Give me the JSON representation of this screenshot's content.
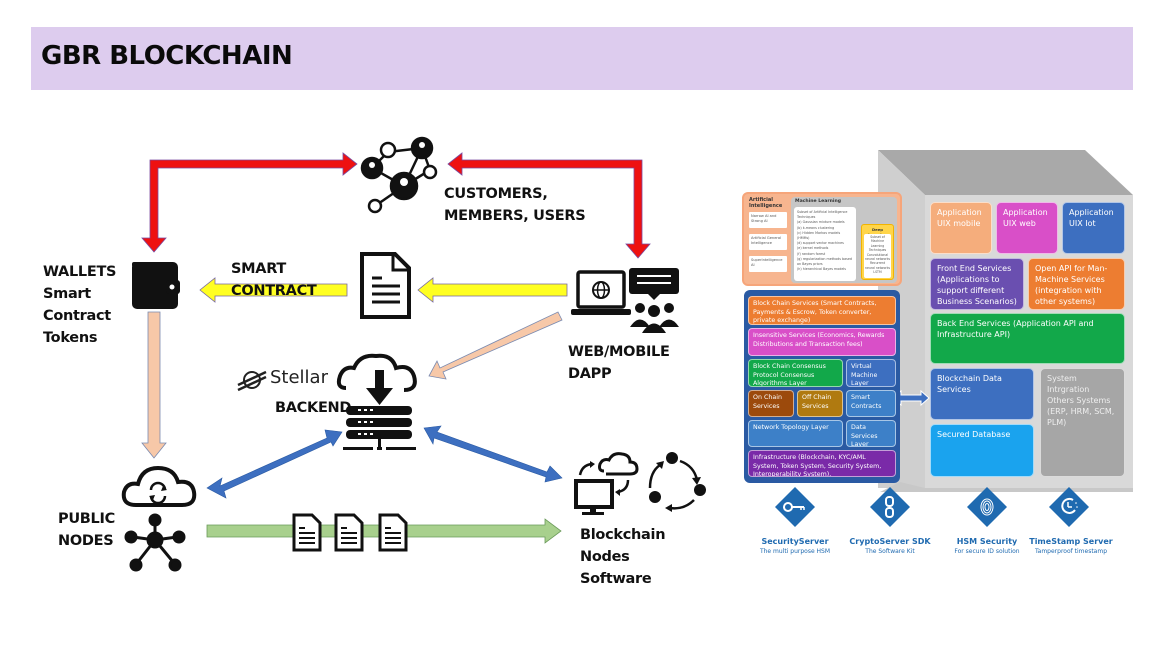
{
  "header": {
    "title": "GBR BLOCKCHAIN"
  },
  "colors": {
    "title_bar": "#ddccee",
    "red_arrow": "#ee1111",
    "yellow_arrow": "#ffff22",
    "peach_arrow": "#f7c8a8",
    "blue_arrow": "#3d6fc0",
    "green_arrow": "#a8d08d",
    "badge_blue": "#1f6ab0"
  },
  "flow": {
    "customers_label": [
      "CUSTOMERS,",
      "MEMBERS, USERS"
    ],
    "wallets_label": [
      "WALLETS",
      "Smart",
      "Contract",
      "Tokens"
    ],
    "smart_contract_label": [
      "SMART",
      "CONTRACT"
    ],
    "dapp_label": [
      "WEB/MOBILE",
      "DAPP"
    ],
    "stellar_logo_text": "Stellar",
    "backend_label": "BACKEND",
    "public_nodes_label": [
      "PUBLIC",
      "NODES"
    ],
    "blockchain_nodes_label": [
      "Blockchain",
      "Nodes",
      "Software"
    ]
  },
  "architecture": {
    "ai": {
      "title": "Artificial Intelligence",
      "items": [
        "Narrow AI and Strong AI",
        "Artificial General Intelligence",
        "SuperIntelligence AI"
      ],
      "machine_learning": {
        "title": "Machine Learning",
        "items": [
          "Subset of Artificial Intelligence Techniques",
          "(a) Gaussian mixture models",
          "(b) k-means clustering",
          "(c) Hidden Markov models (HMMs)",
          "(d) support vector machines",
          "(e) kernel methods",
          "(f) random forest",
          "(g) regularization methods based on Bayes priors",
          "(h) hierarchical Bayes models"
        ]
      },
      "deep_learning": {
        "title": "Deep Learning",
        "items": [
          "Subset of Machine Learning Techniques",
          "Convolutional neural networks",
          "Recurrent neural networks",
          "LSTM"
        ]
      }
    },
    "blockchain_stack": {
      "services": "Block Chain Services (Smart Contracts, Payments & Escrow, Token converter, private exchange)",
      "incentive": "Insensitive Services (Economics, Rewards Distributions and Transaction fees)",
      "consensus": "Block Chain Consensus Protocol Consensus Algorithms Layer Consensus Computer Layer",
      "virtual_machine": "Virtual Machine Layer",
      "on_chain": "On Chain Services",
      "off_chain": "Off Chain Services",
      "smart_contracts": "Smart Contracts",
      "network_topology": "Network Topology Layer",
      "data_services": "Data Services Layer",
      "infrastructure": "Infrastructure (Blockchain, KYC/AML System, Token System, Security System, Interoperability System)."
    },
    "server_stack": {
      "app_mobile": "Application UIX mobile",
      "app_web": "Application UIX web",
      "app_iot": "Application UIX Iot",
      "front_end": "Front End Services (Applications to support different Business Scenarios)",
      "open_api": "Open API for Man-Machine Services (integration with other systems)",
      "back_end": "Back End Services (Application API and Infrastructure API)",
      "data_services": "Blockchain Data Services",
      "secured_db": "Secured Database",
      "integration": "System Intrgration Others Systems (ERP, HRM, SCM, PLM)"
    },
    "badges": [
      {
        "icon": "key-icon",
        "title": "SecurityServer",
        "subtitle": "The multi purpose HSM"
      },
      {
        "icon": "chain-link-icon",
        "title": "CryptoServer SDK",
        "subtitle": "The Software Kit"
      },
      {
        "icon": "fingerprint-icon",
        "title": "HSM Security",
        "subtitle": "For secure ID solution"
      },
      {
        "icon": "timer-icon",
        "title": "TimeStamp Server",
        "subtitle": "Tamperproof timestamp"
      }
    ]
  }
}
